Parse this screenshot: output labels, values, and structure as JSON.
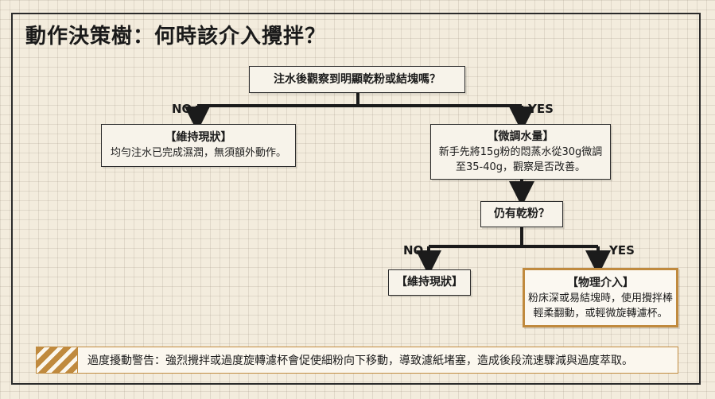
{
  "title": "動作決策樹：何時該介入攪拌？",
  "root_question": "注水後觀察到明顯乾粉或結塊嗎？",
  "branch_no_label": "NO",
  "branch_yes_label": "YES",
  "keep_box": {
    "heading": "【維持現狀】",
    "text": "均勻注水已完成濕潤，無須額外動作。"
  },
  "adjust_box": {
    "heading": "【微調水量】",
    "line1": "新手先將15g粉的悶蒸水從30g微調",
    "line2": "至35-40g，觀察是否改善。"
  },
  "second_question": "仍有乾粉？",
  "second_no_label": "NO",
  "second_yes_label": "YES",
  "keep_box_2": {
    "heading": "【維持現狀】"
  },
  "intervene_box": {
    "heading": "【物理介入】",
    "line1": "粉床深或易結塊時，使用攪拌棒",
    "line2": "輕柔翻動，或輕微旋轉濾杯。"
  },
  "warning": {
    "text": "過度擾動警告：強烈攪拌或過度旋轉濾杯會促使細粉向下移動，導致濾紙堵塞，造成後段流速驟減與過度萃取。"
  },
  "colors": {
    "accent": "#c08a3e",
    "ink": "#1b1b1b",
    "paper": "#f3ecdd"
  }
}
